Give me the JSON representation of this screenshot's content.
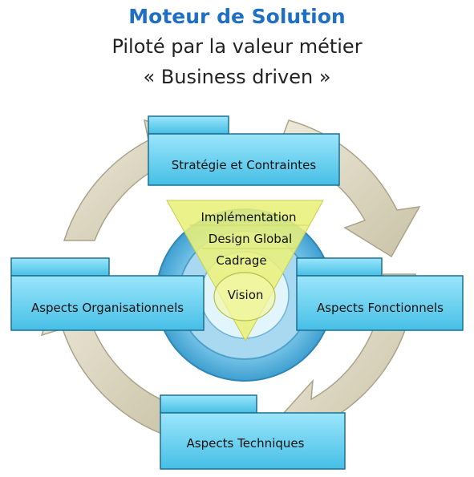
{
  "header": {
    "title": "Moteur de Solution",
    "subtitle": "Piloté par la valeur métier",
    "subtitle2": "« Business driven »"
  },
  "boxes": {
    "top": "Stratégie et Contraintes",
    "left": "Aspects Organisationnels",
    "right": "Aspects Fonctionnels",
    "bottom": "Aspects Techniques"
  },
  "cone": {
    "levels": [
      "Implémentation",
      "Design Global",
      "Cadrage",
      "Vision"
    ]
  },
  "colors": {
    "title": "#1f6fc4",
    "box_fill": "#6fd3f2",
    "box_stroke": "#1d6f8f",
    "arrow": "#d8d3bf",
    "ring_outer": "#5ab6df",
    "ring_mid": "#9fd6f0",
    "ring_inner": "#dff3fc",
    "cone": "#e9f07a"
  }
}
